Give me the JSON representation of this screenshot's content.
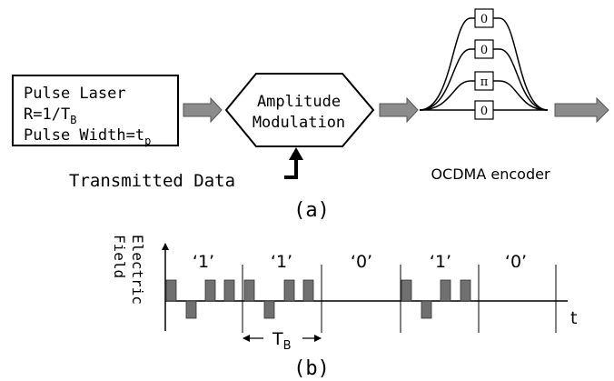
{
  "part_a": {
    "laser_box": {
      "line1": "Pulse Laser",
      "line2_prefix": "R=1/T",
      "line2_sub": "B",
      "line3_prefix": "Pulse Width=t",
      "line3_sub": "p"
    },
    "modulator": {
      "line1": "Amplitude",
      "line2": "Modulation"
    },
    "data_input_label": "Transmitted Data",
    "encoder": {
      "phases": [
        "0",
        "0",
        "π",
        "0"
      ],
      "label": "OCDMA encoder"
    },
    "caption": "(a)"
  },
  "part_b": {
    "y_axis_label_line1": "Electric",
    "y_axis_label_line2": "Field",
    "x_axis_label": "t",
    "period_label": "T",
    "period_label_sub": "B",
    "bits": [
      "‘1’",
      "‘1’",
      "‘0’",
      "‘1’",
      "‘0’"
    ],
    "code_chips": [
      1,
      -1,
      1,
      1
    ],
    "caption": "(b)"
  },
  "colors": {
    "ink": "#000000",
    "arrow_fill": "#8c8c8c",
    "pulse_fill": "#707070"
  }
}
